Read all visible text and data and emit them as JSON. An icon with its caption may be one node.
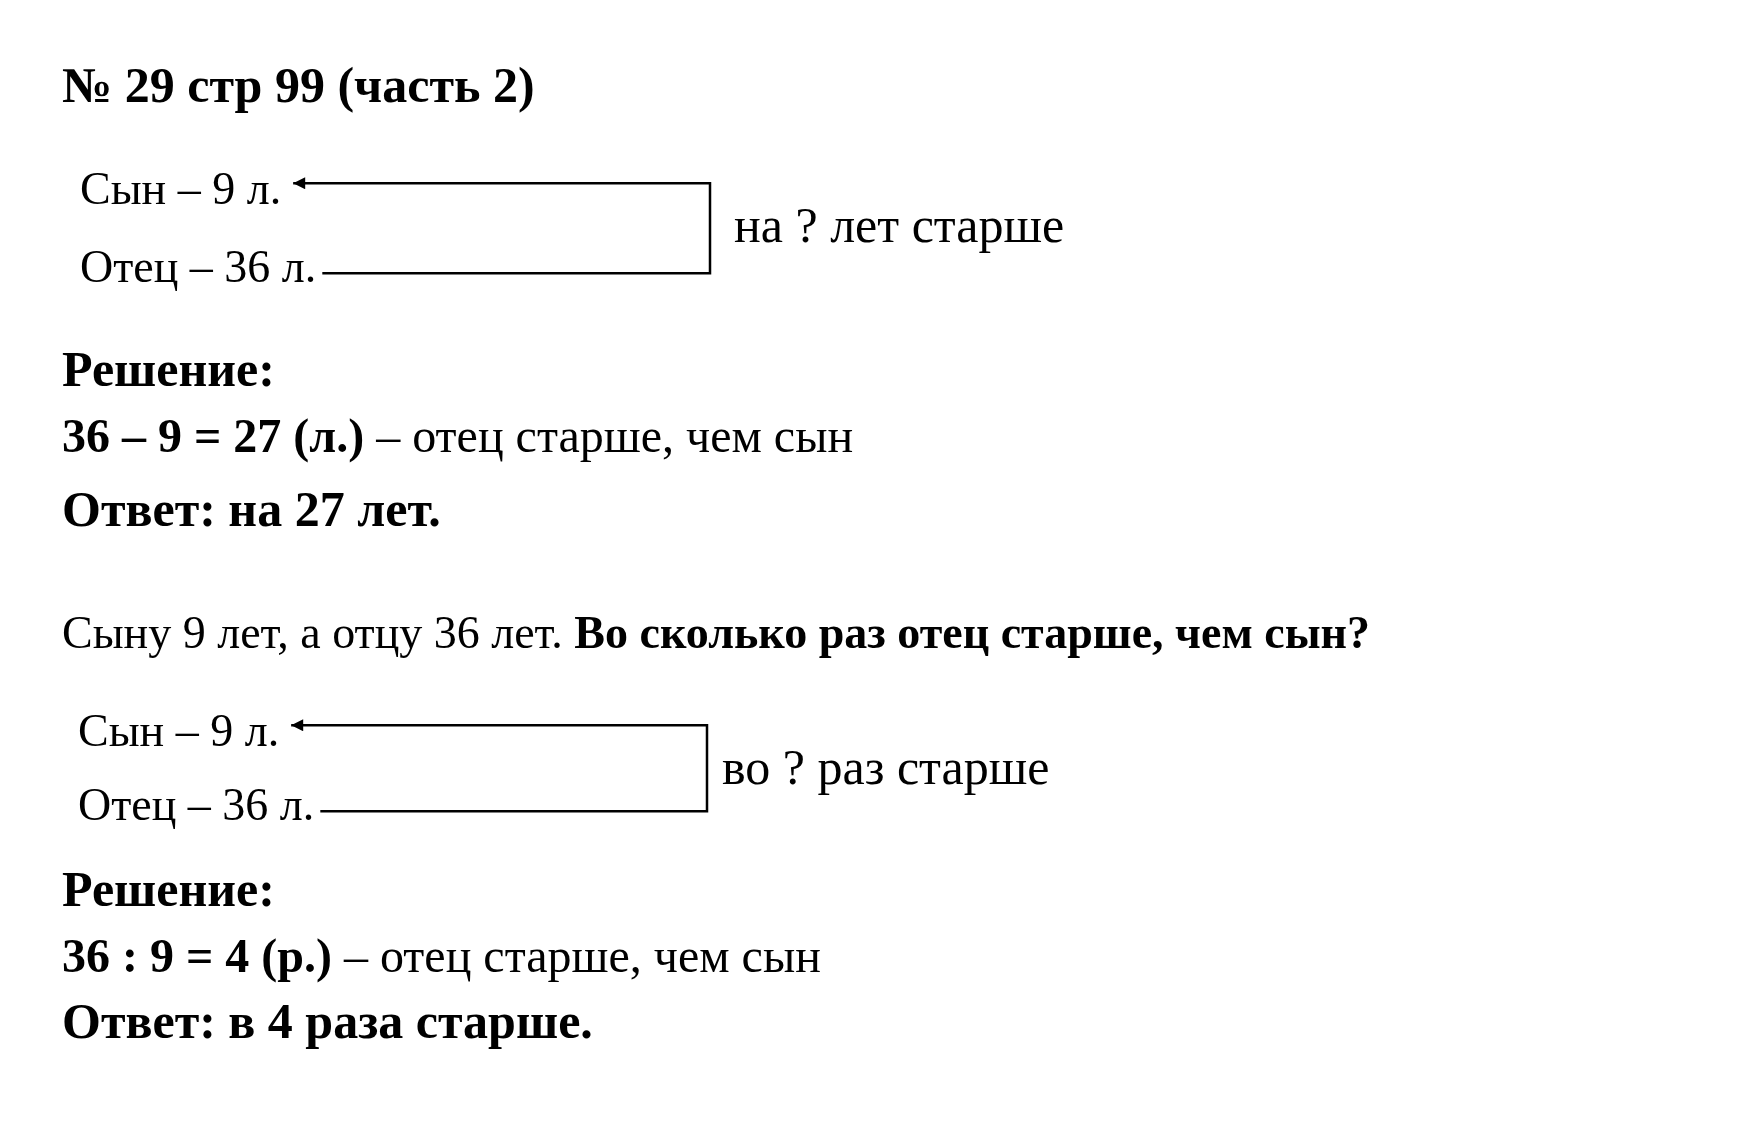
{
  "diagram": {
    "title": "№ 29 стр 99 (часть 2)",
    "nodes": [
      {
        "text": [
          "Сын – 9 л."
        ]
      },
      {
        "text": [
          "Отец – 36 л."
        ]
      },
      {
        "text": [
          "Сын – 9 л."
        ]
      },
      {
        "text": [
          "Отец – 36 л."
        ]
      }
    ],
    "edges": [
      {
        "from": 1,
        "to": 0,
        "arrow": "to",
        "label": "на ? лет старше"
      },
      {
        "from": 3,
        "to": 2,
        "arrow": "to",
        "label": "во ? раз старше"
      }
    ],
    "labels": [
      "Решение:",
      "**36 – 9 = 27 (л.)** – отец старше, чем сын",
      "Ответ: на 27 лет.",
      "Сыну 9 лет, а отцу 36 лет. **Во сколько раз отец старше, чем сын?**",
      "Решение:",
      "**36 : 9 = 4 (р.)** – отец старше, чем сын",
      "Ответ: в 4 раза старше."
    ]
  }
}
